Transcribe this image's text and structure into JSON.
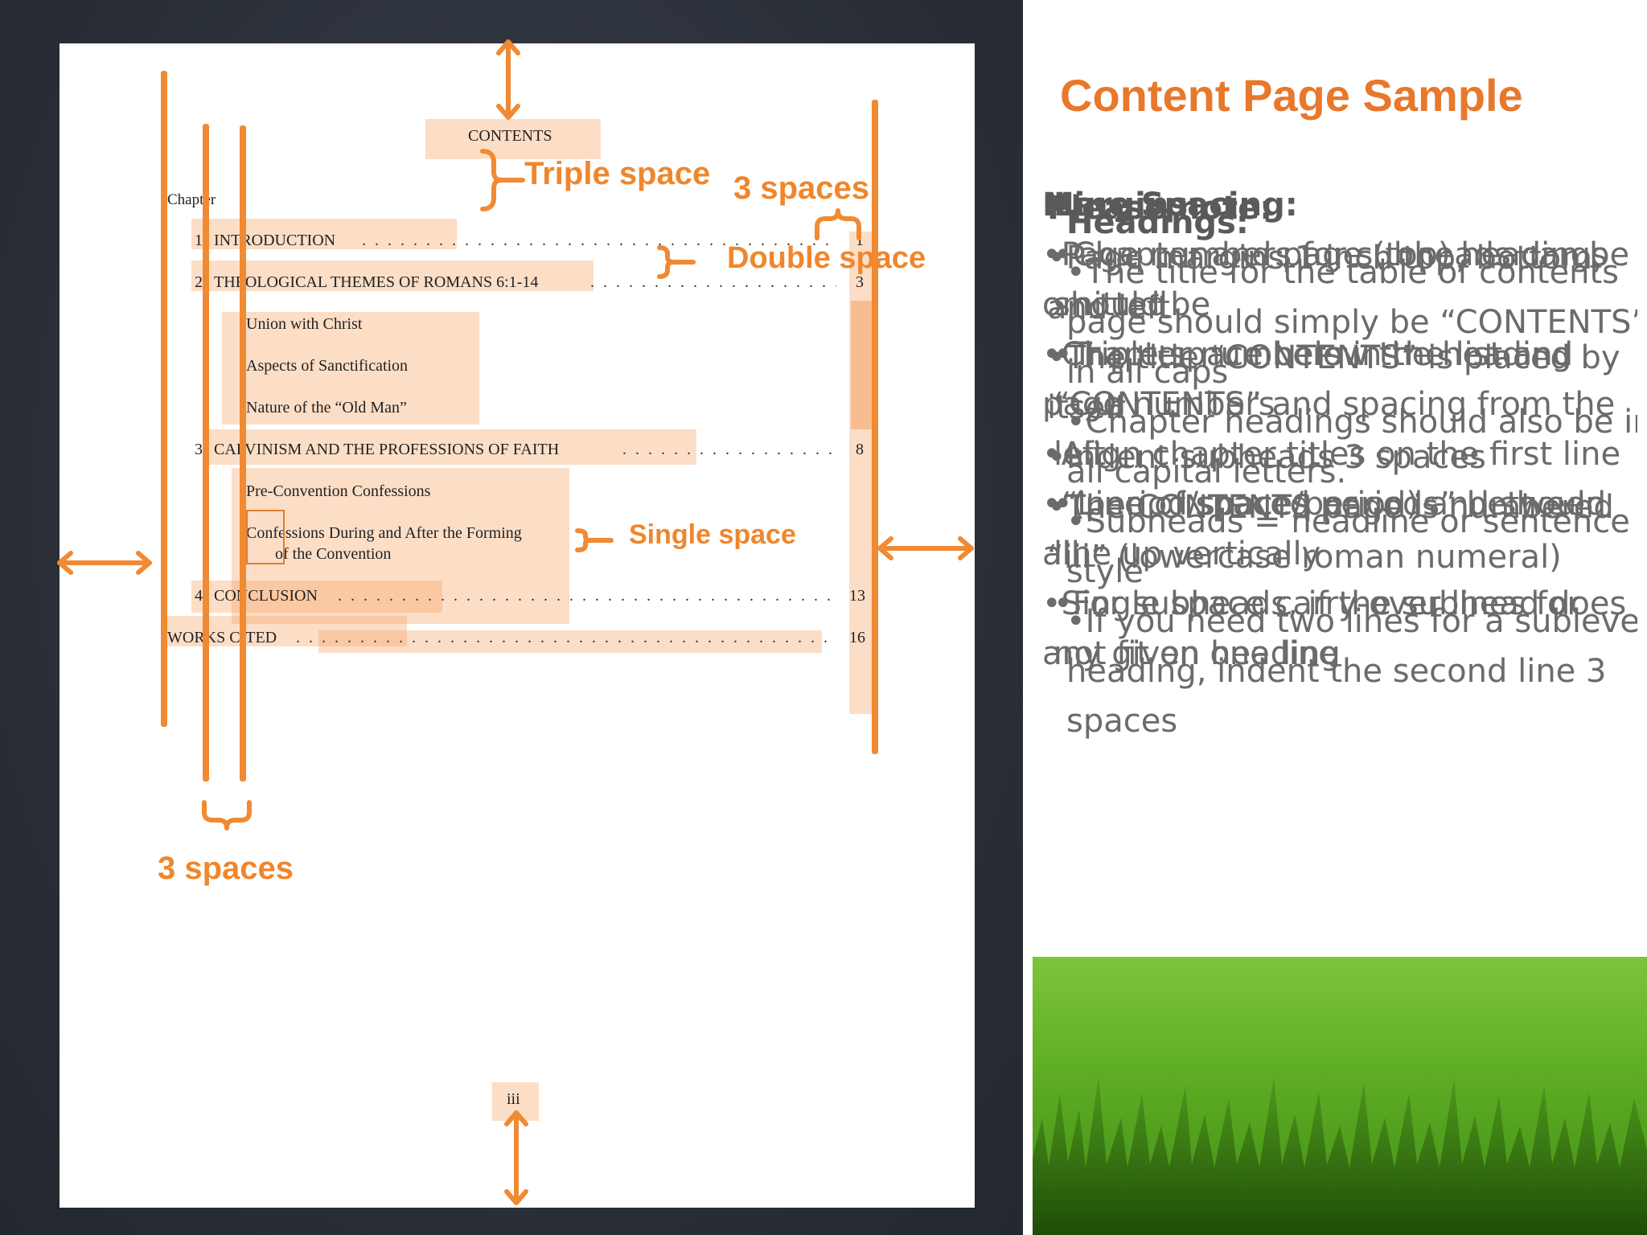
{
  "slide": {
    "title": "Content Page Sample"
  },
  "document": {
    "contents_title": "CONTENTS",
    "chapter_label": "Chapter",
    "entries": [
      {
        "num": "1",
        "title": "INTRODUCTION",
        "page": "1"
      },
      {
        "num": "2",
        "title": "THEOLOGICAL THEMES OF ROMANS 6:1-14",
        "page": "3"
      },
      {
        "sub": "Union with Christ"
      },
      {
        "sub": "Aspects of Sanctification"
      },
      {
        "sub": "Nature of the “Old Man”"
      },
      {
        "num": "3",
        "title": "CALVINISM AND THE PROFESSIONS OF FAITH",
        "page": "8"
      },
      {
        "sub": "Pre-Convention Confessions"
      },
      {
        "sub": "Confessions During and After the Forming",
        "sub2": "of the Convention"
      },
      {
        "num": "4",
        "title": "CONCLUSION",
        "page": "13"
      },
      {
        "title": "WORKS CITED",
        "page": "16"
      }
    ],
    "page_number": "iii",
    "leaders": ". . . . . . . . . . . . . . . . . . . . . . . . . . . . . . . . . . . . . . . . . . . . . . . . . . . . . . . . . . ."
  },
  "annotations": {
    "triple_space": "Triple space",
    "three_spaces_top": "3 spaces",
    "double_space": "Double space",
    "single_space": "Single space",
    "three_spaces_bottom": "3 spaces"
  },
  "overlapping_text": {
    "layer1": [
      {
        "text": "Margins:",
        "head": true
      },
      {
        "text": "•Page numbers for subheads can be omitted"
      },
      {
        "text": "•Chapter numbers in the list and page numbers"
      },
      {
        "text": "•Align chapter titles on the first line"
      },
      {
        "text": "•“Line of spaced periods” between all"
      },
      {
        "text": "•Single space carry-over lines for any given heading"
      }
    ],
    "layer2": [
      {
        "text": "Please note:",
        "head": true
      },
      {
        "text": "•Page margins 1 inch top, bottom, and left"
      },
      {
        "text": "•The title “CONTENTS” is placed by itself"
      },
      {
        "text": "•Indent subheads 3 spaces"
      },
      {
        "text": "•The CONTENTS page is numbered “iii” (lowercase roman numeral)"
      }
    ],
    "layer3": [
      {
        "text": "Line Spacing:",
        "head": true
      },
      {
        "text": "•Chapter and page (top) headings should be"
      },
      {
        "text": "•Triple space below the heading “CONTENTS” and spacing from the left"
      },
      {
        "text": "•(period/space/period) and should line up vertically"
      },
      {
        "text": "•For subheads, if the subhead does not fit on one line"
      }
    ],
    "layer4": [
      {
        "text": "Headings:",
        "head": true
      },
      {
        "text": "   •The title for the table of contents page should simply be “CONTENTS” in all caps"
      },
      {
        "text": "   •Chapter headings should also be in all capital letters."
      },
      {
        "text": "   •Subheads = headline or sentence style"
      },
      {
        "text": "   •If you need two lines for a sublevel heading, indent the second line 3 spaces"
      }
    ]
  }
}
